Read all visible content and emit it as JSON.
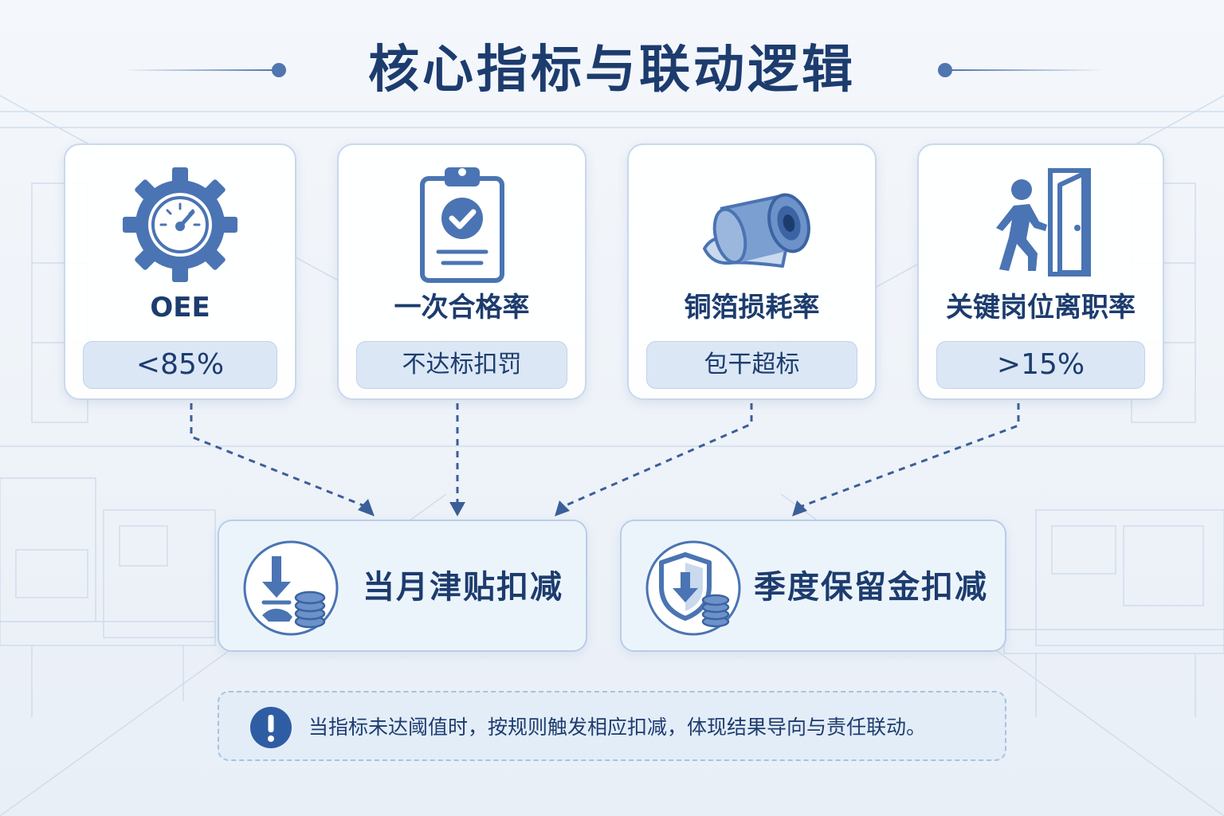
{
  "title": "核心指标与联动逻辑",
  "metrics": [
    {
      "label": "OEE",
      "badge": "<85%",
      "icon": "gauge-gear-icon"
    },
    {
      "label": "一次合格率",
      "badge": "不达标扣罚",
      "icon": "clipboard-check-icon"
    },
    {
      "label": "铜箔损耗率",
      "badge": "包干超标",
      "icon": "copper-foil-roll-icon"
    },
    {
      "label": "关键岗位离职率",
      "badge": ">15%",
      "icon": "person-exit-door-icon"
    }
  ],
  "outcomes": [
    {
      "label": "当月津贴扣减",
      "icon": "download-coins-icon"
    },
    {
      "label": "季度保留金扣减",
      "icon": "shield-coins-icon"
    }
  ],
  "note": {
    "text": "当指标未达阈值时，按规则触发相应扣减，体现结果导向与责任联动。",
    "icon": "exclamation-icon"
  },
  "colors": {
    "primary": "#1d3c6e",
    "accent": "#4f76b0",
    "icon_fill": "#4a74b3",
    "card_border": "#c9d8ec",
    "badge_bg": "#dbe7f5",
    "background": "#f1f5fa"
  }
}
